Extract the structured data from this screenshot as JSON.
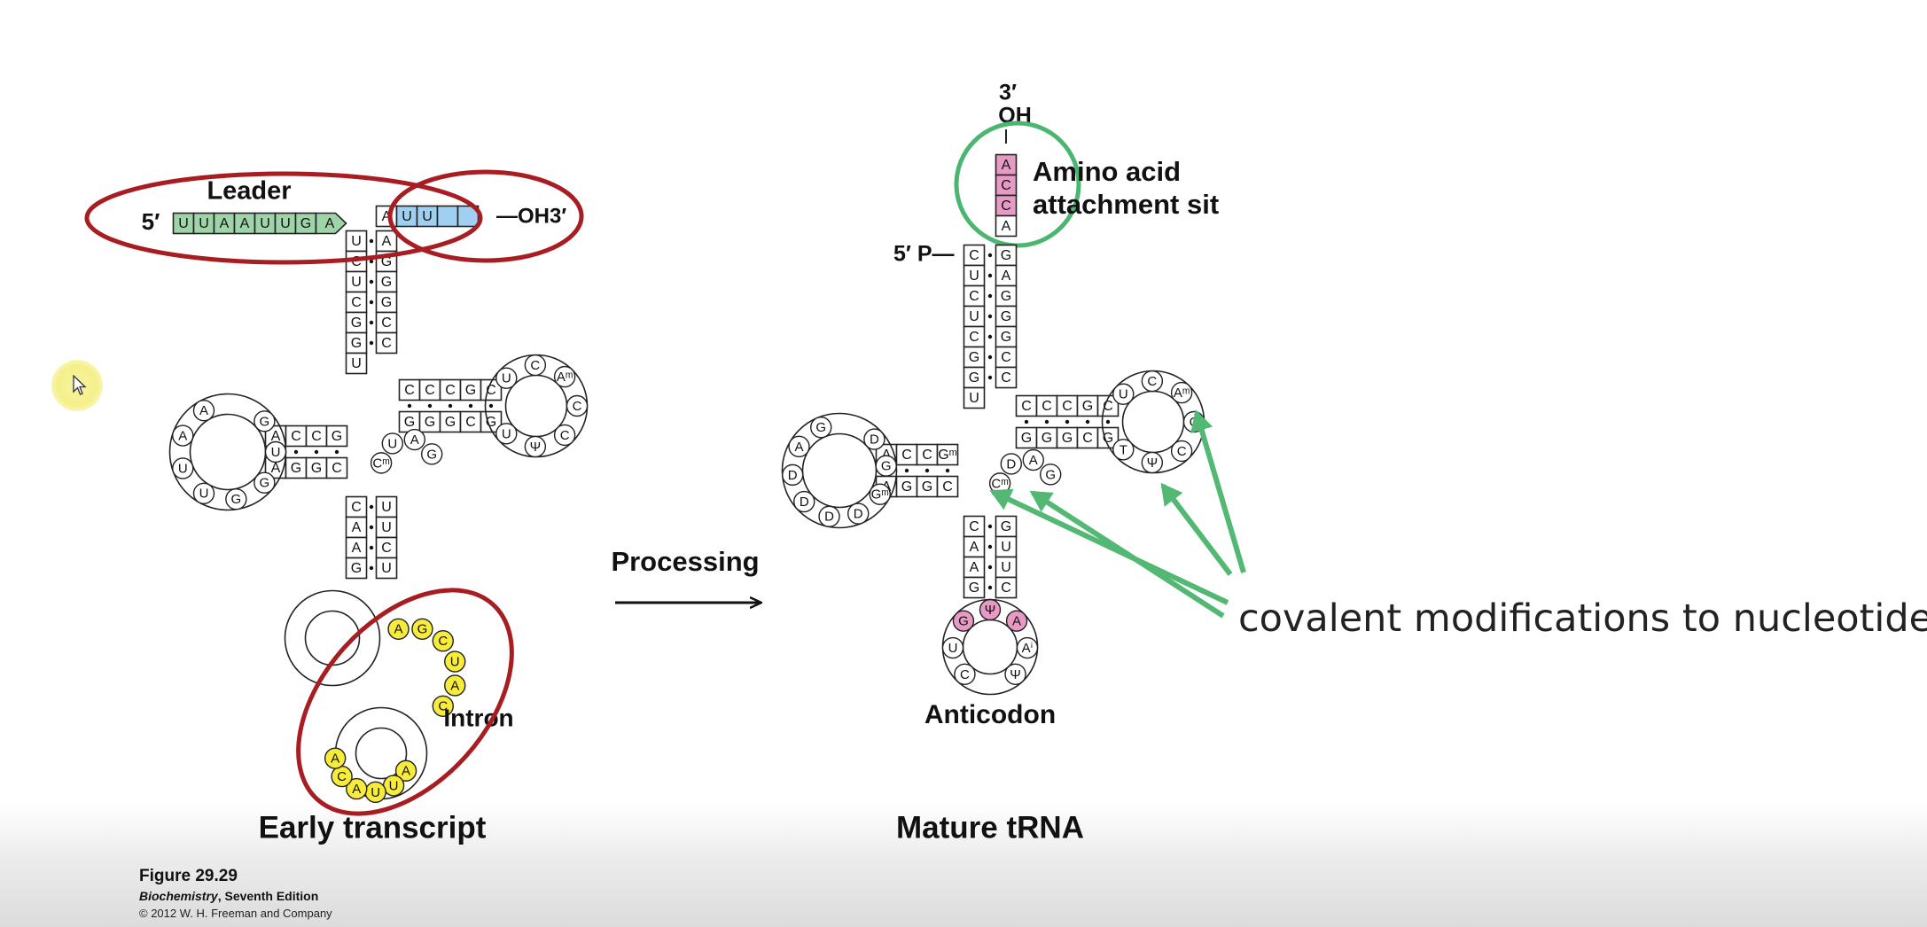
{
  "left_diagram": {
    "leader_label": "Leader",
    "five_prime": "5′",
    "leader_seq": [
      "U",
      "U",
      "A",
      "A",
      "U",
      "U",
      "G"
    ],
    "leader_tip": "A",
    "trailer_seq": [
      "U",
      "U",
      "",
      ""
    ],
    "trailer_first": "A",
    "oh3_label": "—OH3′",
    "intron_label": "Intron",
    "title": "Early transcript",
    "acceptor_5p": [
      "U",
      "C",
      "U",
      "C",
      "G",
      "G",
      "U"
    ],
    "acceptor_3p": [
      "A",
      "G",
      "G",
      "G",
      "C",
      "C"
    ],
    "d_arm_top": [
      "A",
      "C",
      "C",
      "G"
    ],
    "d_arm_bottom": [
      "A",
      "G",
      "G",
      "C"
    ],
    "d_loop": [
      "G",
      "U",
      "G",
      "G",
      "U",
      "U",
      "A",
      "A"
    ],
    "t_arm_top": [
      "C",
      "C",
      "C",
      "G",
      "C"
    ],
    "t_arm_bottom": [
      "G",
      "G",
      "G",
      "C",
      "G"
    ],
    "t_loop": [
      "U",
      "C",
      "Aᵐ",
      "C",
      "C",
      "Ψ",
      "U"
    ],
    "anticodon_5p": [
      "C",
      "A",
      "A",
      "G"
    ],
    "anticodon_3p": [
      "U",
      "U",
      "C",
      "U"
    ],
    "variable": [
      "Cᵐ",
      "U",
      "A",
      "G"
    ],
    "intron_seq": [
      "A",
      "G",
      "C",
      "U",
      "A",
      "C",
      "A",
      "U",
      "U",
      "A",
      "C",
      "A"
    ]
  },
  "arrow": {
    "label": "Processing"
  },
  "right_diagram": {
    "three_prime": "3′",
    "oh": "OH",
    "cca": [
      "A",
      "C",
      "C",
      "A"
    ],
    "amino_label_line1": "Amino acid",
    "amino_label_line2": "attachment sit",
    "five_prime_p": "5′ P—",
    "acceptor_5p": [
      "C",
      "U",
      "C",
      "U",
      "C",
      "G",
      "G",
      "U"
    ],
    "acceptor_3p": [
      "G",
      "A",
      "G",
      "G",
      "G",
      "C",
      "C"
    ],
    "d_arm_top": [
      "A",
      "C",
      "C",
      "Gᵐ"
    ],
    "d_arm_bottom": [
      "A",
      "G",
      "G",
      "C"
    ],
    "d_loop": [
      "D",
      "G",
      "Gᵐ",
      "D",
      "D",
      "D",
      "D",
      "A",
      "G"
    ],
    "t_arm_top": [
      "C",
      "C",
      "C",
      "G",
      "C"
    ],
    "t_arm_bottom": [
      "G",
      "G",
      "G",
      "C",
      "G"
    ],
    "t_loop": [
      "U",
      "C",
      "Aᵐ",
      "C",
      "C",
      "Ψ",
      "T"
    ],
    "anticodon_5p": [
      "C",
      "A",
      "A",
      "G"
    ],
    "anticodon_3p": [
      "G",
      "U",
      "U",
      "C"
    ],
    "variable": [
      "Cᵐ",
      "D",
      "A",
      "G"
    ],
    "anticodon_loop": [
      "C",
      "U",
      "G",
      "Ψ",
      "A",
      "Aⁱ",
      "Ψ"
    ],
    "anticodon_label": "Anticodon",
    "title": "Mature tRNA"
  },
  "annotation": {
    "text": "covalent modifications to nucleotides"
  },
  "caption": {
    "figure": "Figure 29.29",
    "book_title": "Biochemistry",
    "book_edition": ", Seventh Edition",
    "copyright": "© 2012 W. H. Freeman and Company"
  },
  "colors": {
    "leader_fill": "#9fd4a8",
    "trailer_fill": "#9fd0f2",
    "intron_fill": "#f7ec3a",
    "pink_fill": "#e79ac4",
    "red_oval": "#a71d22",
    "green_circle": "#4bb66f",
    "green_arrow": "#52b874"
  }
}
